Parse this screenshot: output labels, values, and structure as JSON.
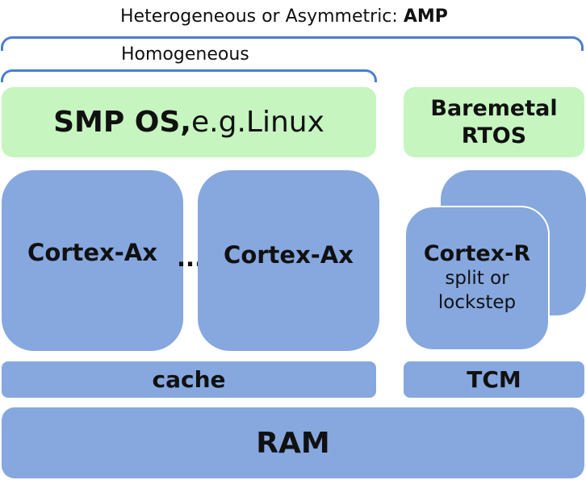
{
  "labels": {
    "amp_prefix": "Heterogeneous or Asymmetric: ",
    "amp_bold": "AMP",
    "homogeneous": "Homogeneous"
  },
  "os": {
    "smp_bold": "SMP OS,",
    "smp_rest": "e.g.Linux",
    "rtos_line1": "Baremetal",
    "rtos_line2": "RTOS"
  },
  "cores": {
    "a_core_1": "Cortex-Ax",
    "ellipsis": "...",
    "a_core_2": "Cortex-Ax",
    "r_core_title": "Cortex-R",
    "r_core_line2": "split or",
    "r_core_line3": "lockstep"
  },
  "memory": {
    "cache": "cache",
    "tcm": "TCM",
    "ram": "RAM"
  },
  "colors": {
    "bracket": "#4a7fd0",
    "os_box": "#c6f5c0",
    "hw_box": "#86a8df"
  }
}
